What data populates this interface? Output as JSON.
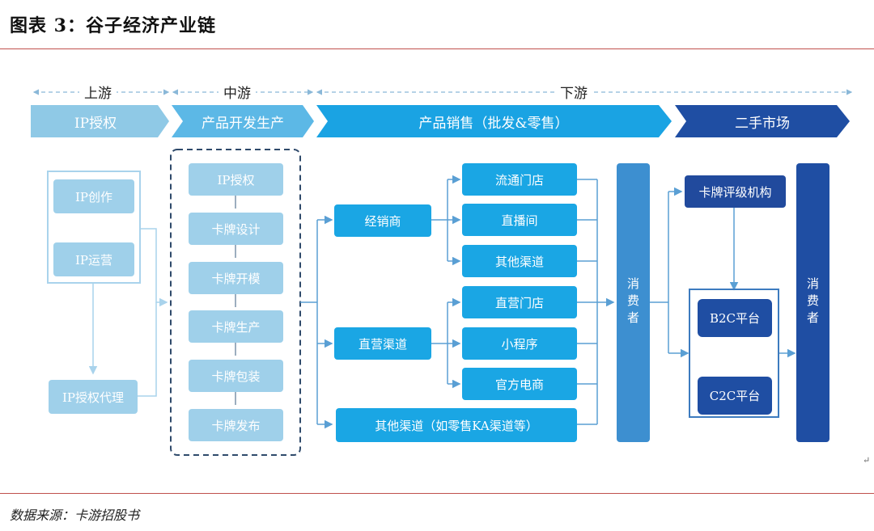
{
  "title": "图表 3：谷子经济产业链",
  "stages": {
    "upstream": "上游",
    "midstream": "中游",
    "downstream": "下游"
  },
  "chevrons": {
    "ip_license": "IP授权",
    "product_dev": "产品开发生产",
    "sales": "产品销售（批发&零售）",
    "second_hand": "二手市场"
  },
  "upstream": {
    "ip_create": "IP创作",
    "ip_operate": "IP运营",
    "ip_agent": "IP授权代理"
  },
  "midstream": {
    "steps": [
      "IP授权",
      "卡牌设计",
      "卡牌开模",
      "卡牌生产",
      "卡牌包装",
      "卡牌发布"
    ]
  },
  "downstream": {
    "distributor": "经销商",
    "direct_channel": "直营渠道",
    "other_channel_wide": "其他渠道（如零售KA渠道等）",
    "dist_children": [
      "流通门店",
      "直播间",
      "其他渠道"
    ],
    "direct_children": [
      "直营门店",
      "小程序",
      "官方电商"
    ],
    "consumer": "消费者"
  },
  "second_hand": {
    "grading": "卡牌评级机构",
    "b2c": "B2C平台",
    "c2c": "C2C平台",
    "consumer": "消费者"
  },
  "source": "数据来源：卡游招股书"
}
